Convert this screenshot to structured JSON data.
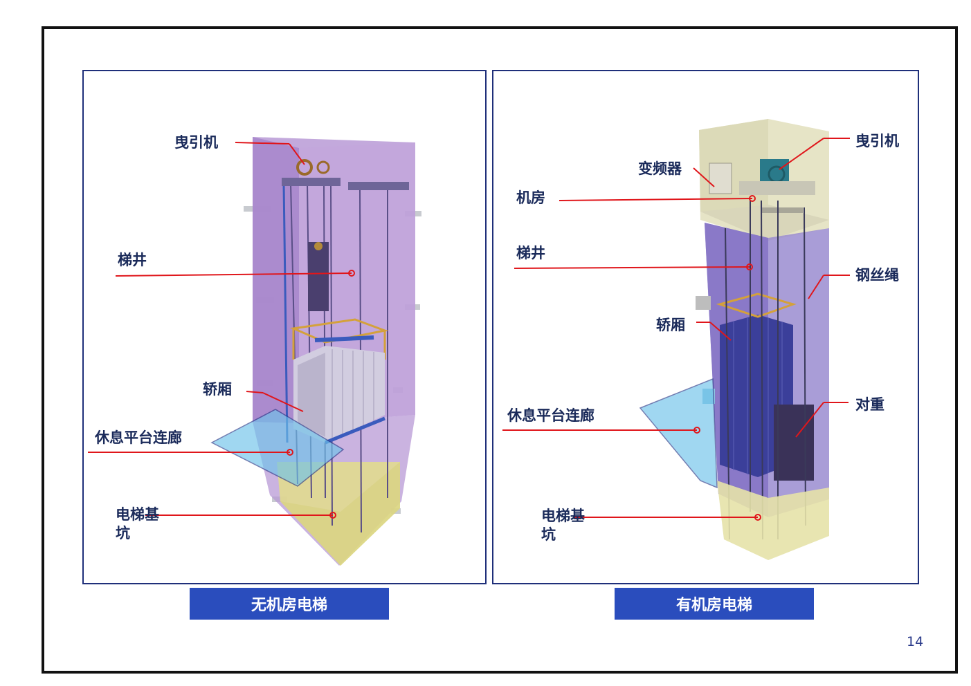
{
  "left": {
    "caption": "无机房电梯",
    "labels": {
      "traction": "曳引机",
      "shaft": "梯井",
      "car": "轿厢",
      "corridor": "休息平台连廊",
      "pit": "电梯基坑"
    }
  },
  "right": {
    "caption": "有机房电梯",
    "labels": {
      "traction": "曳引机",
      "inverter": "变频器",
      "machine_room": "机房",
      "shaft": "梯井",
      "rope": "钢丝绳",
      "car": "轿厢",
      "counterweight": "对重",
      "corridor": "休息平台连廊",
      "pit": "电梯基坑"
    }
  },
  "page_number": "14",
  "colors": {
    "caption_bg": "#2a4dbd",
    "leader": "#e0161b",
    "frame": "#1f2f7a"
  }
}
